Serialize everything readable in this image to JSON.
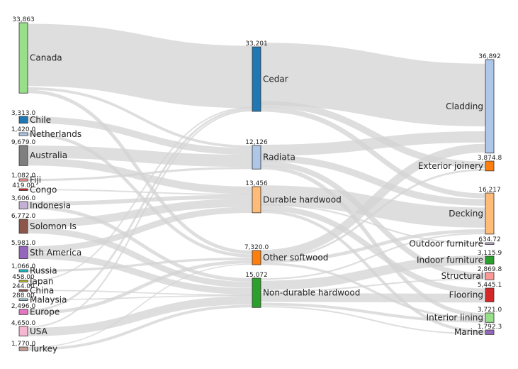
{
  "chart_data": {
    "type": "sankey",
    "title": "",
    "columns": [
      [
        {
          "id": "canada",
          "label": "Canada",
          "value": 33863,
          "value_label": "33,863",
          "color": "#98df8a"
        },
        {
          "id": "chile",
          "label": "Chile",
          "value": 3313,
          "value_label": "3,313.0",
          "color": "#1f77b4"
        },
        {
          "id": "netherlands",
          "label": "Netherlands",
          "value": 1420,
          "value_label": "1,420.0",
          "color": "#aec7e8"
        },
        {
          "id": "australia",
          "label": "Australia",
          "value": 9679,
          "value_label": "9,679.0",
          "color": "#7f7f7f"
        },
        {
          "id": "fiji",
          "label": "Fiji",
          "value": 1082,
          "value_label": "1,082.0",
          "color": "#ff9896"
        },
        {
          "id": "congo",
          "label": "Congo",
          "value": 419,
          "value_label": "419.00",
          "color": "#d62728"
        },
        {
          "id": "indonesia",
          "label": "Indonesia",
          "value": 3606,
          "value_label": "3,606.0",
          "color": "#c5b0d5"
        },
        {
          "id": "solomon",
          "label": "Solomon Is",
          "value": 6772,
          "value_label": "6,772.0",
          "color": "#8c564b"
        },
        {
          "id": "sthamerica",
          "label": "Sth America",
          "value": 5981,
          "value_label": "5,981.0",
          "color": "#9467bd"
        },
        {
          "id": "russia",
          "label": "Russia",
          "value": 1066,
          "value_label": "1,066.0",
          "color": "#17becf"
        },
        {
          "id": "japan",
          "label": "Japan",
          "value": 458,
          "value_label": "458.00",
          "color": "#bcbd22"
        },
        {
          "id": "china",
          "label": "China",
          "value": 244,
          "value_label": "244.00",
          "color": "#8c564b"
        },
        {
          "id": "malaysia",
          "label": "Malaysia",
          "value": 288,
          "value_label": "288.00",
          "color": "#9edae5"
        },
        {
          "id": "europe",
          "label": "Europe",
          "value": 2496,
          "value_label": "2,496.0",
          "color": "#e377c2"
        },
        {
          "id": "usa",
          "label": "USA",
          "value": 4650,
          "value_label": "4,650.0",
          "color": "#f7b6d2"
        },
        {
          "id": "turkey",
          "label": "Turkey",
          "value": 1770,
          "value_label": "1,770.0",
          "color": "#c49c94"
        }
      ],
      [
        {
          "id": "cedar",
          "label": "Cedar",
          "value": 33201,
          "value_label": "33,201",
          "color": "#1f77b4"
        },
        {
          "id": "radiata",
          "label": "Radiata",
          "value": 12126,
          "value_label": "12,126",
          "color": "#aec7e8"
        },
        {
          "id": "durable",
          "label": "Durable hardwood",
          "value": 13456,
          "value_label": "13,456",
          "color": "#ffbb78"
        },
        {
          "id": "othersoft",
          "label": "Other softwood",
          "value": 7320,
          "value_label": "7,320.0",
          "color": "#ff7f0e"
        },
        {
          "id": "nondurable",
          "label": "Non-durable hardwood",
          "value": 15072,
          "value_label": "15,072",
          "color": "#2ca02c"
        }
      ],
      [
        {
          "id": "cladding",
          "label": "Cladding",
          "value": 36892,
          "value_label": "36,892",
          "color": "#aec7e8"
        },
        {
          "id": "extjoinery",
          "label": "Exterior joinery",
          "value": 3874.8,
          "value_label": "3,874.8",
          "color": "#ff7f0e"
        },
        {
          "id": "decking",
          "label": "Decking",
          "value": 16217,
          "value_label": "16,217",
          "color": "#ffbb78"
        },
        {
          "id": "outdoor",
          "label": "Outdoor furniture",
          "value": 634.72,
          "value_label": "634.72",
          "color": "#c5b0d5"
        },
        {
          "id": "indoor",
          "label": "Indoor furniture",
          "value": 3115.9,
          "value_label": "3,115.9",
          "color": "#2ca02c"
        },
        {
          "id": "structural",
          "label": "Structural",
          "value": 2869.8,
          "value_label": "2,869.8",
          "color": "#ff9896"
        },
        {
          "id": "flooring",
          "label": "Flooring",
          "value": 5445.1,
          "value_label": "5,445.1",
          "color": "#d62728"
        },
        {
          "id": "interior",
          "label": "Interior lining",
          "value": 3721,
          "value_label": "3,721.0",
          "color": "#98df8a"
        },
        {
          "id": "marine",
          "label": "Marine",
          "value": 1792.3,
          "value_label": "1,792.3",
          "color": "#9467bd"
        }
      ]
    ],
    "links": [
      {
        "source": "canada",
        "target": "cedar",
        "value": 31000
      },
      {
        "source": "canada",
        "target": "radiata",
        "value": 1300
      },
      {
        "source": "canada",
        "target": "othersoft",
        "value": 1563
      },
      {
        "source": "chile",
        "target": "radiata",
        "value": 3313
      },
      {
        "source": "netherlands",
        "target": "othersoft",
        "value": 1420
      },
      {
        "source": "australia",
        "target": "radiata",
        "value": 6000
      },
      {
        "source": "australia",
        "target": "durable",
        "value": 3679
      },
      {
        "source": "fiji",
        "target": "radiata",
        "value": 1082
      },
      {
        "source": "congo",
        "target": "durable",
        "value": 419
      },
      {
        "source": "indonesia",
        "target": "durable",
        "value": 2000
      },
      {
        "source": "indonesia",
        "target": "nondurable",
        "value": 1606
      },
      {
        "source": "solomon",
        "target": "durable",
        "value": 4000
      },
      {
        "source": "solomon",
        "target": "nondurable",
        "value": 2772
      },
      {
        "source": "sthamerica",
        "target": "durable",
        "value": 3000
      },
      {
        "source": "sthamerica",
        "target": "nondurable",
        "value": 2981
      },
      {
        "source": "russia",
        "target": "othersoft",
        "value": 1066
      },
      {
        "source": "japan",
        "target": "cedar",
        "value": 458
      },
      {
        "source": "china",
        "target": "nondurable",
        "value": 244
      },
      {
        "source": "malaysia",
        "target": "nondurable",
        "value": 288
      },
      {
        "source": "europe",
        "target": "cedar",
        "value": 1000
      },
      {
        "source": "europe",
        "target": "othersoft",
        "value": 1496
      },
      {
        "source": "usa",
        "target": "cedar",
        "value": 743
      },
      {
        "source": "usa",
        "target": "nondurable",
        "value": 3907
      },
      {
        "source": "turkey",
        "target": "othersoft",
        "value": 500
      },
      {
        "source": "turkey",
        "target": "nondurable",
        "value": 1270
      },
      {
        "source": "cedar",
        "target": "cladding",
        "value": 28000
      },
      {
        "source": "cedar",
        "target": "extjoinery",
        "value": 3000
      },
      {
        "source": "cedar",
        "target": "decking",
        "value": 2201
      },
      {
        "source": "radiata",
        "target": "cladding",
        "value": 5000
      },
      {
        "source": "radiata",
        "target": "decking",
        "value": 3000
      },
      {
        "source": "radiata",
        "target": "structural",
        "value": 2400
      },
      {
        "source": "radiata",
        "target": "interior",
        "value": 1726
      },
      {
        "source": "durable",
        "target": "decking",
        "value": 9000
      },
      {
        "source": "durable",
        "target": "outdoor",
        "value": 634.72
      },
      {
        "source": "durable",
        "target": "flooring",
        "value": 2500
      },
      {
        "source": "durable",
        "target": "marine",
        "value": 1321.28
      },
      {
        "source": "othersoft",
        "target": "cladding",
        "value": 3892
      },
      {
        "source": "othersoft",
        "target": "extjoinery",
        "value": 874.8
      },
      {
        "source": "othersoft",
        "target": "decking",
        "value": 1500
      },
      {
        "source": "othersoft",
        "target": "interior",
        "value": 1053.2
      },
      {
        "source": "nondurable",
        "target": "decking",
        "value": 516
      },
      {
        "source": "nondurable",
        "target": "indoor",
        "value": 3115.9
      },
      {
        "source": "nondurable",
        "target": "structural",
        "value": 469.8
      },
      {
        "source": "nondurable",
        "target": "flooring",
        "value": 2945.1
      },
      {
        "source": "nondurable",
        "target": "interior",
        "value": 941.8
      },
      {
        "source": "nondurable",
        "target": "marine",
        "value": 471.02
      }
    ]
  }
}
